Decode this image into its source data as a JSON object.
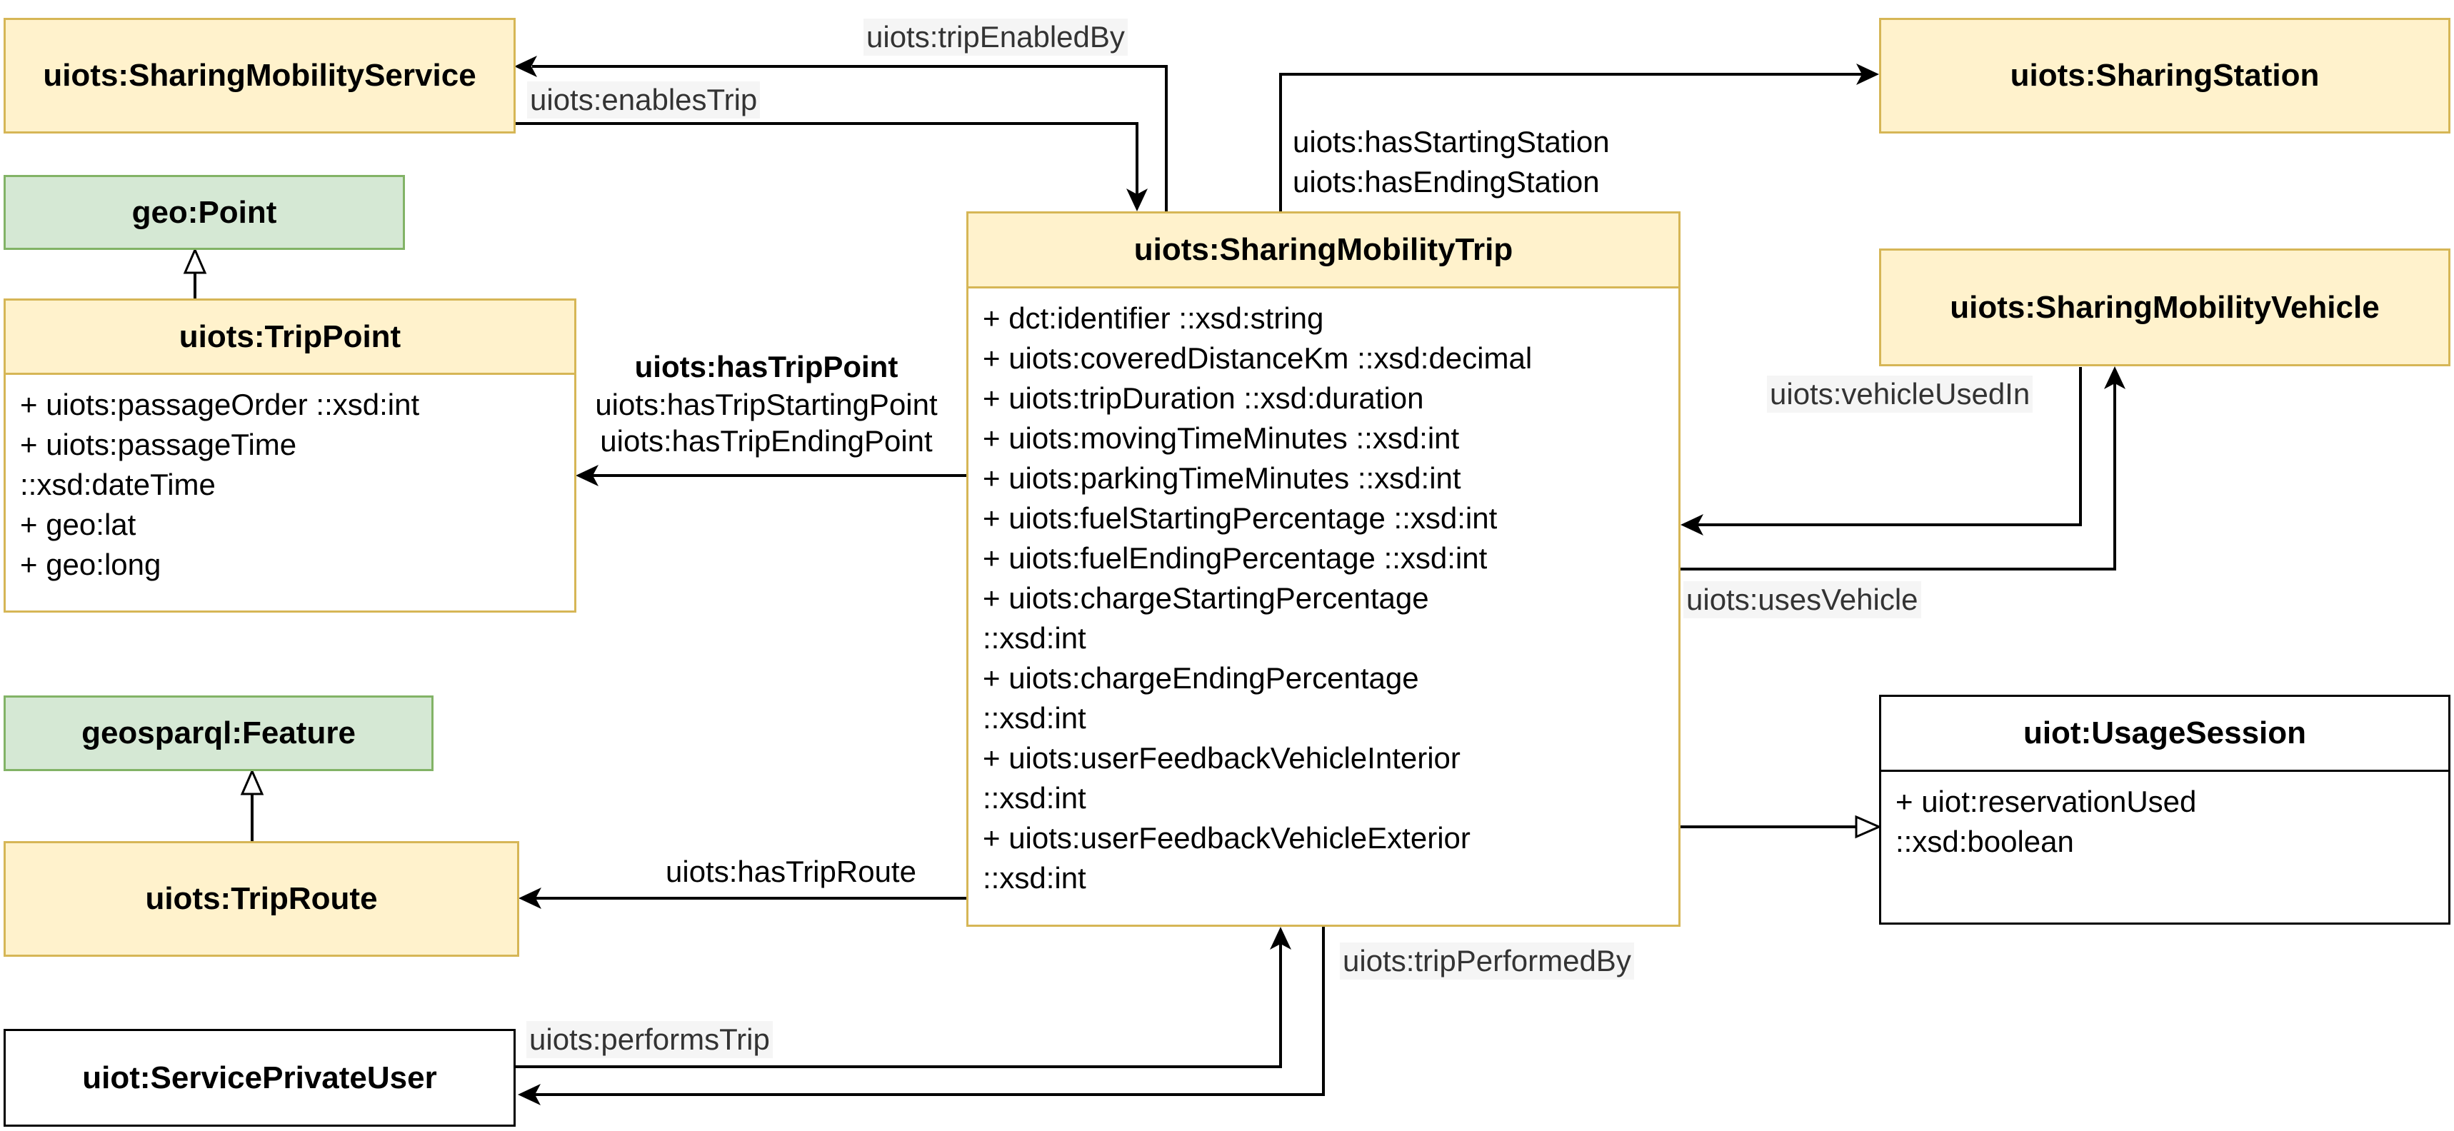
{
  "classes": {
    "sharing_mobility_service": "uiots:SharingMobilityService",
    "sharing_station": "uiots:SharingStation",
    "geo_point": "geo:Point",
    "trip_point": {
      "title": "uiots:TripPoint",
      "attributes": [
        "+ uiots:passageOrder ::xsd:int",
        "+ uiots:passageTime",
        "::xsd:dateTime",
        "+ geo:lat",
        "+ geo:long"
      ]
    },
    "sharing_mobility_trip": {
      "title": "uiots:SharingMobilityTrip",
      "attributes": [
        "+ dct:identifier ::xsd:string",
        "+ uiots:coveredDistanceKm ::xsd:decimal",
        "+ uiots:tripDuration ::xsd:duration",
        "+ uiots:movingTimeMinutes ::xsd:int",
        "+ uiots:parkingTimeMinutes ::xsd:int",
        "+ uiots:fuelStartingPercentage ::xsd:int",
        "+ uiots:fuelEndingPercentage ::xsd:int",
        "+ uiots:chargeStartingPercentage",
        "::xsd:int",
        "+ uiots:chargeEndingPercentage",
        "::xsd:int",
        "+ uiots:userFeedbackVehicleInterior",
        "::xsd:int",
        "+ uiots:userFeedbackVehicleExterior",
        "::xsd:int"
      ]
    },
    "sharing_mobility_vehicle": "uiots:SharingMobilityVehicle",
    "geosparql_feature": "geosparql:Feature",
    "trip_route": "uiots:TripRoute",
    "usage_session": {
      "title": "uiot:UsageSession",
      "attributes": [
        "+ uiot:reservationUsed",
        "::xsd:boolean"
      ]
    },
    "service_private_user": "uiot:ServicePrivateUser"
  },
  "relations": {
    "trip_enabled_by": "uiots:tripEnabledBy",
    "enables_trip": "uiots:enablesTrip",
    "has_starting_station": "uiots:hasStartingStation",
    "has_ending_station": "uiots:hasEndingStation",
    "has_trip_point": "uiots:hasTripPoint",
    "has_trip_starting_point": "uiots:hasTripStartingPoint",
    "has_trip_ending_point": "uiots:hasTripEndingPoint",
    "vehicle_used_in": "uiots:vehicleUsedIn",
    "uses_vehicle": "uiots:usesVehicle",
    "has_trip_route": "uiots:hasTripRoute",
    "trip_performed_by": "uiots:tripPerformedBy",
    "performs_trip": "uiots:performsTrip"
  },
  "colors": {
    "yellow_fill": "#fff2cc",
    "yellow_border": "#d6b656",
    "green_fill": "#d5e8d4",
    "green_border": "#82b366",
    "line": "#000000"
  }
}
